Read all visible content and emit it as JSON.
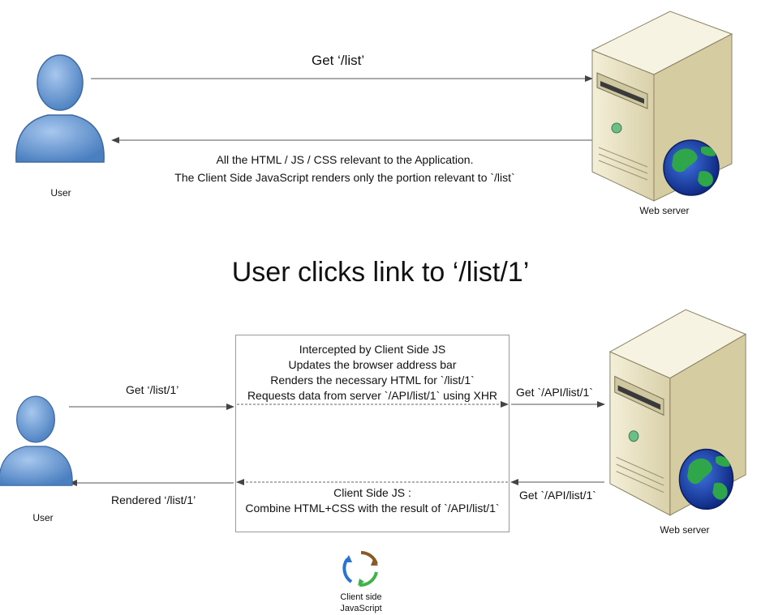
{
  "top": {
    "request_label": "Get ‘/list’",
    "response_line1": "All the HTML / JS / CSS relevant to the Application.",
    "response_line2": "The Client Side JavaScript renders only the portion relevant to `/list`",
    "user_label": "User",
    "server_label": "Web server"
  },
  "heading": "User clicks link to ‘/list/1’",
  "bottom": {
    "user_request": "Get ‘/list/1’",
    "rendered": "Rendered  ‘/list/1’",
    "box_top": [
      "Intercepted by Client Side JS",
      "Updates the browser address bar",
      "Renders the necessary HTML for `/list/1`",
      "Requests data from server `/API/list/1` using XHR"
    ],
    "box_bottom": [
      "Client Side JS :",
      "Combine HTML+CSS with the result of `/API/list/1`"
    ],
    "api_request": "Get `/API/list/1`",
    "api_response": "Get `/API/list/1`",
    "user_label": "User",
    "server_label": "Web server",
    "client_js_label_line1": "Client side",
    "client_js_label_line2": "JavaScript"
  },
  "colors": {
    "person_fill": "#6f9fd6",
    "person_stroke": "#3d6aa3",
    "server_fill": "#ebe4c6",
    "globe_ocean": "#1d46b8",
    "globe_land": "#2fa64a",
    "arrow": "#555555"
  }
}
